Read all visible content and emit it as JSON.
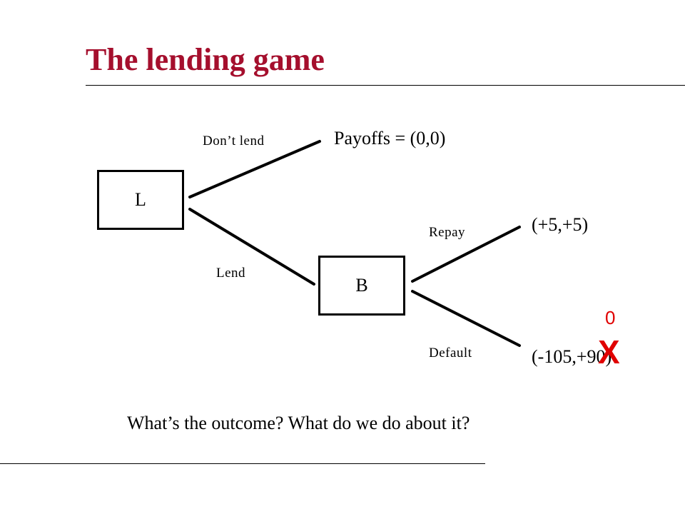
{
  "title": "The lending game",
  "tree": {
    "root_node": "L",
    "child_node": "B",
    "branches": {
      "dont_lend": "Don’t lend",
      "lend": "Lend",
      "repay": "Repay",
      "default": "Default"
    },
    "payoffs": {
      "dont_lend": "Payoffs = (0,0)",
      "repay": "(+5,+5)",
      "default": "(-105,+90)"
    }
  },
  "annotation": {
    "replacement_value": "0",
    "cross_mark": "X",
    "color": "#e00000"
  },
  "question": "What’s the outcome?  What do we do about it?",
  "colors": {
    "title": "#a50f2d",
    "lines": "#000000"
  }
}
